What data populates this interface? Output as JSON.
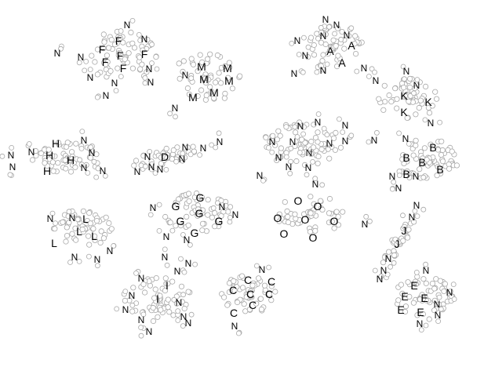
{
  "graph": {
    "node_color": "#a8a8a8",
    "clusters": [
      {
        "name": "F",
        "label": "F"
      },
      {
        "name": "M",
        "label": "M"
      },
      {
        "name": "A",
        "label": "A"
      },
      {
        "name": "K",
        "label": "K"
      },
      {
        "name": "H",
        "label": "H"
      },
      {
        "name": "D",
        "label": "D"
      },
      {
        "name": "N",
        "label": "N"
      },
      {
        "name": "B",
        "label": "B"
      },
      {
        "name": "G",
        "label": "G"
      },
      {
        "name": "O",
        "label": "O"
      },
      {
        "name": "L",
        "label": "L"
      },
      {
        "name": "J",
        "label": "J"
      },
      {
        "name": "I",
        "label": "I"
      },
      {
        "name": "C",
        "label": "C"
      },
      {
        "name": "E",
        "label": "E"
      }
    ],
    "noise_label": "N"
  }
}
